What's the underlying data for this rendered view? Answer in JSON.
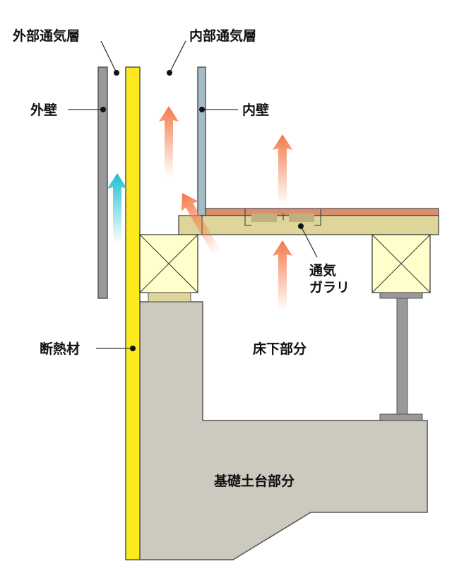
{
  "labels": {
    "outer_vent_layer": "外部通気層",
    "inner_vent_layer": "内部通気層",
    "outer_wall": "外壁",
    "inner_wall": "内壁",
    "insulation": "断熱材",
    "underfloor": "床下部分",
    "foundation": "基礎土台部分",
    "vent_grille_line1": "通気",
    "vent_grille_line2": "ガラリ"
  },
  "colors": {
    "insulation": "#fcea1e",
    "outer_wall": "#999999",
    "inner_wall": "#a4bcc6",
    "floor_finish": "#d98e6e",
    "subfloor": "#ddd59a",
    "beam": "#ffffcc",
    "foundation": "#ccc9bf",
    "warm_air": "#f47a4a",
    "cool_air": "#1fc0d0"
  }
}
